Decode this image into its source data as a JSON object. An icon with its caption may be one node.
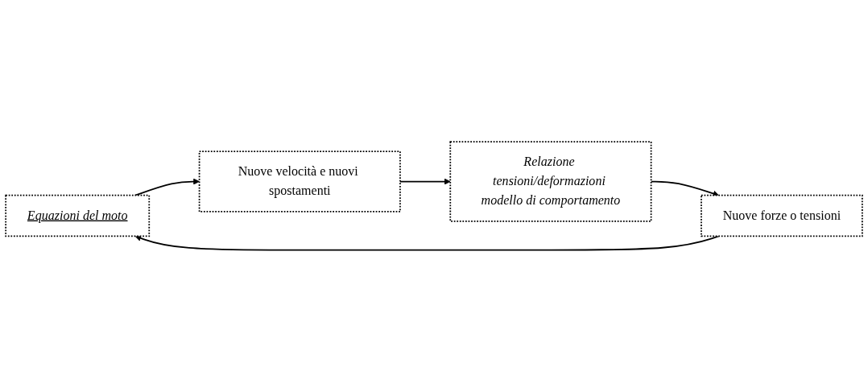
{
  "diagram": {
    "nodes": [
      {
        "text": [
          "Equazioni del moto"
        ]
      },
      {
        "text": [
          "Nuove velocità e nuovi spostamenti"
        ]
      },
      {
        "text": [
          "Relazione tensioni/deformazioni modello di comportamento"
        ]
      },
      {
        "text": [
          "Nuove forze o tensioni"
        ]
      }
    ],
    "edges": [
      {
        "from": 0,
        "to": 1,
        "arrow": "to"
      },
      {
        "from": 1,
        "to": 2,
        "arrow": "to"
      },
      {
        "from": 2,
        "to": 3,
        "arrow": "to"
      },
      {
        "from": 3,
        "to": 0,
        "arrow": "to"
      }
    ]
  }
}
